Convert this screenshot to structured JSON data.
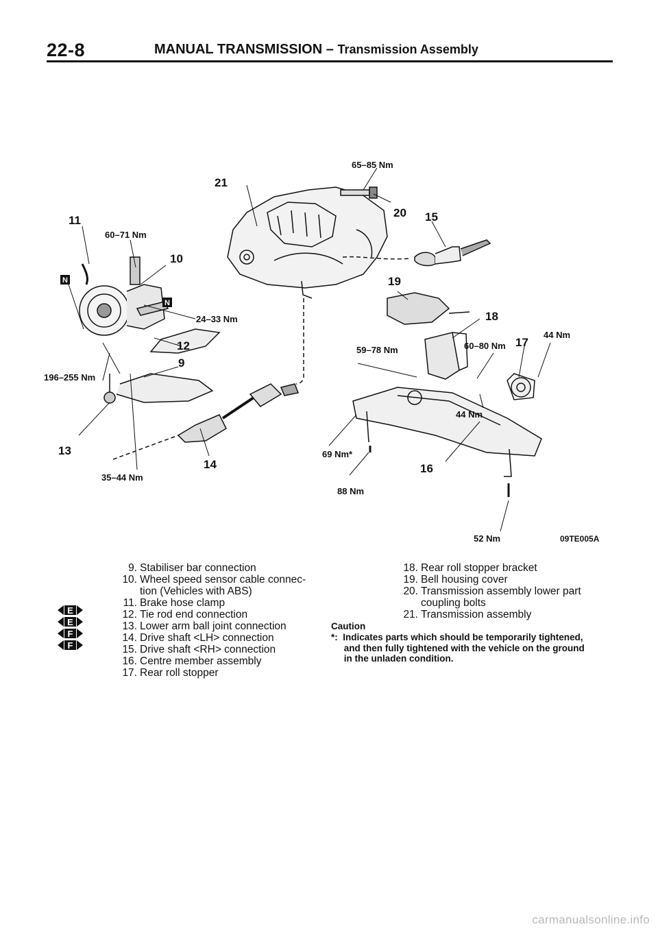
{
  "header": {
    "page_number": "22-8",
    "title": "MANUAL TRANSMISSION",
    "dash": " – ",
    "subtitle": "Transmission Assembly"
  },
  "diagram": {
    "figure_code": "09TE005A",
    "callouts": {
      "c9": "9",
      "c10": "10",
      "c11": "11",
      "c12": "12",
      "c13": "13",
      "c14": "14",
      "c15": "15",
      "c16": "16",
      "c17": "17",
      "c18": "18",
      "c19": "19",
      "c20": "20",
      "c21": "21",
      "n_marker": "N"
    },
    "torques": {
      "t_65_85": "65–85 Nm",
      "t_60_71": "60–71 Nm",
      "t_24_33": "24–33 Nm",
      "t_196_255": "196–255 Nm",
      "t_35_44": "35–44 Nm",
      "t_59_78": "59–78 Nm",
      "t_60_80": "60–80 Nm",
      "t_44_a": "44 Nm",
      "t_44_b": "44 Nm",
      "t_69": "69 Nm*",
      "t_88": "88 Nm",
      "t_52": "52 Nm"
    }
  },
  "left_list": [
    {
      "num": "9.",
      "text": "Stabiliser bar connection"
    },
    {
      "num": "10.",
      "text": "Wheel speed sensor cable connec-"
    },
    {
      "num": "",
      "text": "tion (Vehicles with ABS)"
    },
    {
      "num": "11.",
      "text": "Brake hose clamp"
    },
    {
      "num": "12.",
      "text": "Tie rod end connection"
    },
    {
      "num": "13.",
      "text": "Lower arm ball joint connection"
    },
    {
      "num": "14.",
      "text": "Drive shaft <LH> connection"
    },
    {
      "num": "15.",
      "text": "Drive shaft <RH> connection"
    },
    {
      "num": "16.",
      "text": "Centre member assembly"
    },
    {
      "num": "17.",
      "text": "Rear roll stopper"
    }
  ],
  "markers": [
    "E",
    "E",
    "F",
    "F"
  ],
  "right_list": [
    {
      "num": "18.",
      "text": "Rear roll stopper bracket"
    },
    {
      "num": "19.",
      "text": "Bell housing cover"
    },
    {
      "num": "20.",
      "text": "Transmission assembly lower part"
    },
    {
      "num": "",
      "text": "coupling bolts"
    },
    {
      "num": "21.",
      "text": "Transmission assembly"
    }
  ],
  "caution": {
    "title": "Caution",
    "line1": "*:  Indicates parts which should be temporarily tightened,",
    "line2": "     and then fully tightened with the vehicle on the ground",
    "line3": "     in the unladen condition."
  },
  "watermark": "carmanualsonline.info"
}
